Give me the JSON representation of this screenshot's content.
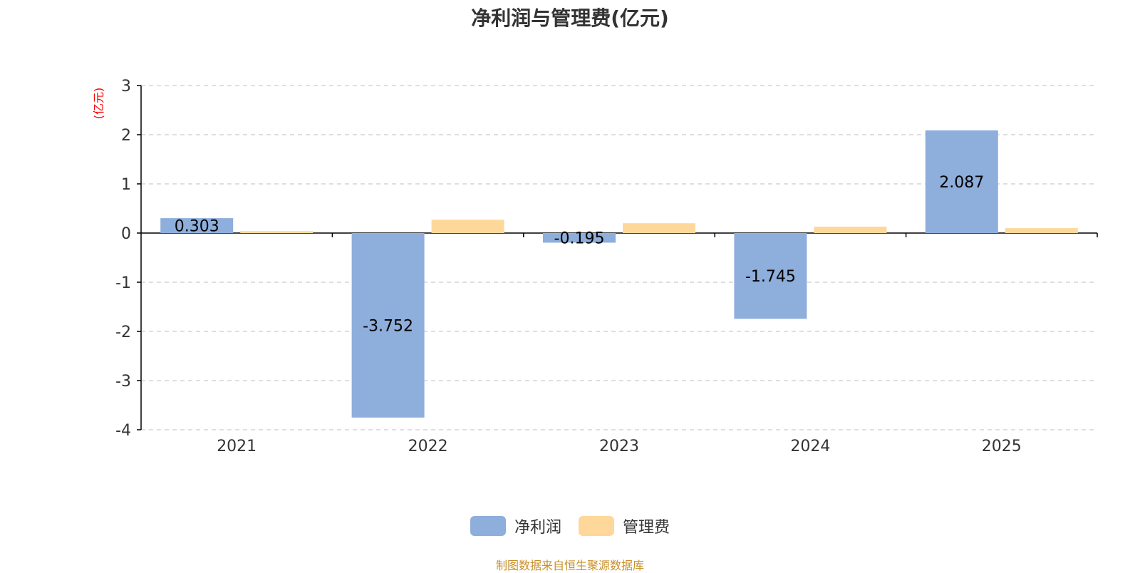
{
  "chart_data": {
    "type": "bar",
    "title": "净利润与管理费(亿元)",
    "ylabel": "(亿元)",
    "xlabel": "",
    "categories": [
      "2021",
      "2022",
      "2023",
      "2024",
      "2025"
    ],
    "series": [
      {
        "name": "净利润",
        "color": "#8eaedb",
        "values": [
          0.303,
          -3.752,
          -0.195,
          -1.745,
          2.087
        ],
        "labels": [
          "0.303",
          "-3.752",
          "-0.195",
          "-1.745",
          "2.087"
        ]
      },
      {
        "name": "管理费",
        "color": "#fdd89a",
        "values": [
          0.04,
          0.27,
          0.2,
          0.13,
          0.1
        ]
      }
    ],
    "ylim": [
      -4,
      3
    ],
    "yticks": [
      "3",
      "2",
      "1",
      "0",
      "-1",
      "-2",
      "-3",
      "-4"
    ],
    "ytick_values": [
      3,
      2,
      1,
      0,
      -1,
      -2,
      -3,
      -4
    ],
    "grid": true,
    "legend_position": "bottom-center"
  },
  "source_text": "制图数据来自恒生聚源数据库",
  "colors": {
    "title": "#333333",
    "axis_label": "#ff0000",
    "source": "#c8902a",
    "grid": "#cccccc",
    "axis": "#000000"
  }
}
